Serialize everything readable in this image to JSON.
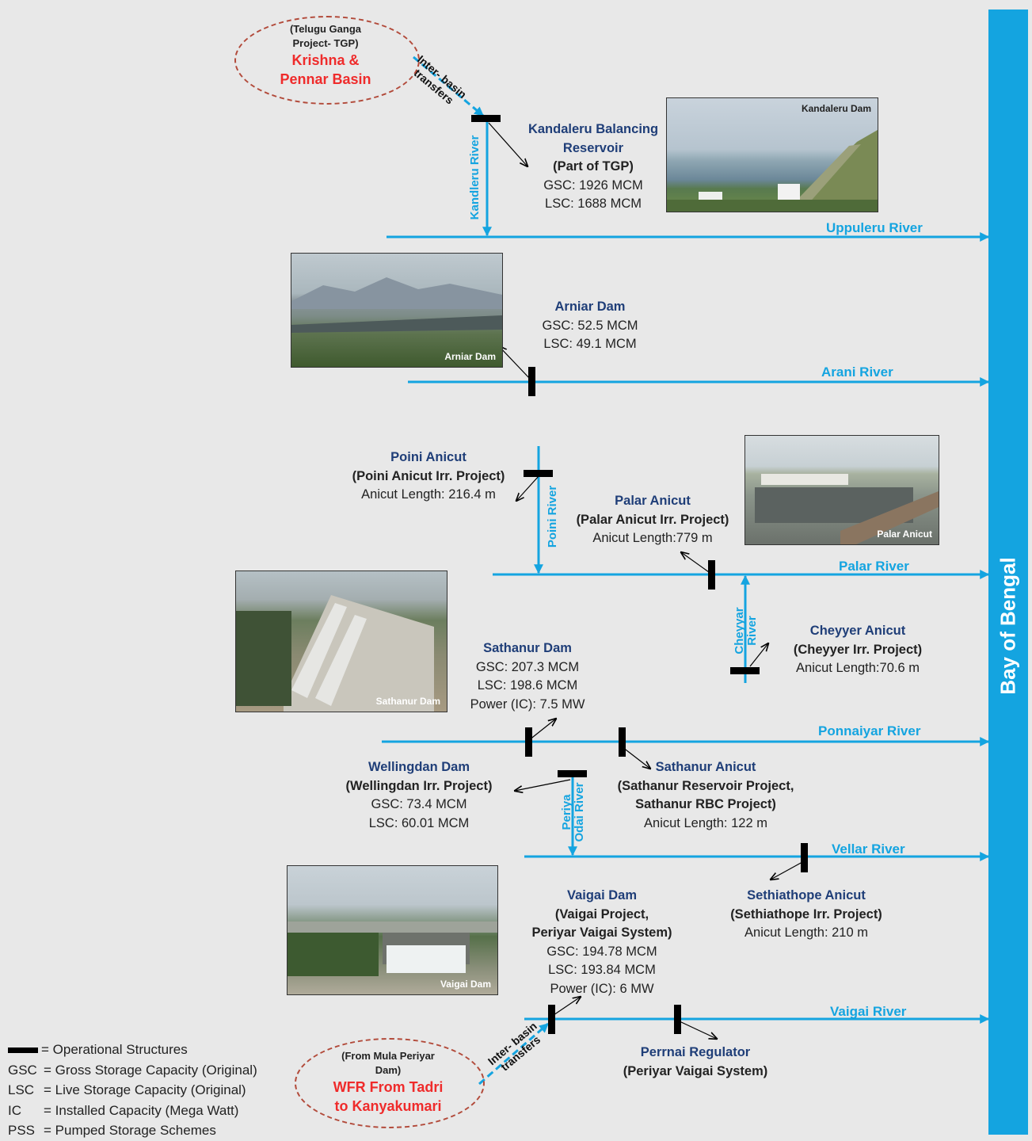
{
  "bay": "Bay of Bengal",
  "rivers": {
    "uppuleru": "Uppuleru River",
    "arani": "Arani River",
    "palar": "Palar River",
    "ponnaiyar": "Ponnaiyar River",
    "vellar": "Vellar River",
    "vaigai": "Vaigai River",
    "kandleru": "Kandleru River",
    "poini": "Poini River",
    "cheyyar": [
      "Cheyyar",
      "River"
    ],
    "periya": [
      "Periya",
      "Odai River"
    ]
  },
  "transfers": {
    "top": [
      "Inter- basin",
      "transfers"
    ],
    "bottom": [
      "Inter- basin",
      "transfers"
    ]
  },
  "sources": {
    "top": {
      "small": [
        "(Telugu Ganga",
        "Project- TGP)"
      ],
      "big": [
        "Krishna &",
        "Pennar Basin"
      ]
    },
    "bottom": {
      "small": [
        "(From Mula Periyar",
        "Dam)"
      ],
      "big": [
        "WFR From Tadri",
        "to Kanyakumari"
      ]
    }
  },
  "structures": {
    "kandaleru": {
      "title": [
        "Kandaleru Balancing",
        "Reservoir"
      ],
      "sub": [
        "(Part of TGP)"
      ],
      "lines": [
        "GSC: 1926 MCM",
        "LSC: 1688 MCM"
      ]
    },
    "arniar": {
      "title": [
        "Arniar Dam"
      ],
      "sub": [],
      "lines": [
        "GSC: 52.5 MCM",
        "LSC: 49.1 MCM"
      ]
    },
    "poini": {
      "title": [
        "Poini Anicut"
      ],
      "sub": [
        "(Poini Anicut Irr. Project)"
      ],
      "lines": [
        "Anicut Length: 216.4 m"
      ]
    },
    "palar": {
      "title": [
        "Palar Anicut"
      ],
      "sub": [
        "(Palar Anicut Irr. Project)"
      ],
      "lines": [
        "Anicut Length:779 m"
      ]
    },
    "cheyyar": {
      "title": [
        "Cheyyer Anicut"
      ],
      "sub": [
        "(Cheyyer Irr. Project)"
      ],
      "lines": [
        "Anicut Length:70.6 m"
      ]
    },
    "sathanur_dam": {
      "title": [
        "Sathanur Dam"
      ],
      "sub": [],
      "lines": [
        "GSC: 207.3 MCM",
        "LSC: 198.6 MCM",
        "Power (IC): 7.5 MW"
      ]
    },
    "wellingdan": {
      "title": [
        "Wellingdan Dam"
      ],
      "sub": [
        "(Wellingdan Irr. Project)"
      ],
      "lines": [
        "GSC: 73.4 MCM",
        "LSC: 60.01 MCM"
      ]
    },
    "sathanur_anicut": {
      "title": [
        "Sathanur Anicut"
      ],
      "sub": [
        "(Sathanur Reservoir Project,",
        "Sathanur RBC Project)"
      ],
      "lines": [
        "Anicut Length: 122 m"
      ]
    },
    "sethiathope": {
      "title": [
        "Sethiathope Anicut"
      ],
      "sub": [
        "(Sethiathope Irr. Project)"
      ],
      "lines": [
        "Anicut Length: 210 m"
      ]
    },
    "vaigai": {
      "title": [
        "Vaigai Dam"
      ],
      "sub": [
        "(Vaigai Project,",
        "Periyar Vaigai System)"
      ],
      "lines": [
        "GSC: 194.78 MCM",
        "LSC: 193.84 MCM",
        "Power (IC): 6 MW"
      ]
    },
    "perrnai": {
      "title": [
        "Perrnai Regulator"
      ],
      "sub": [
        "(Periyar Vaigai System)"
      ],
      "lines": []
    }
  },
  "photos": {
    "kandaleru": "Kandaleru Dam",
    "arniar": "Arniar Dam",
    "palar": "Palar Anicut",
    "sathanur": "Sathanur Dam",
    "vaigai": "Vaigai Dam"
  },
  "legend": {
    "operational": "= Operational Structures",
    "items": [
      {
        "key": "GSC",
        "text": "= Gross Storage Capacity (Original)"
      },
      {
        "key": "LSC",
        "text": "= Live Storage Capacity (Original)"
      },
      {
        "key": "IC",
        "text": "= Installed Capacity (Mega Watt)"
      },
      {
        "key": "PSS",
        "text": "= Pumped Storage Schemes"
      }
    ]
  },
  "colors": {
    "river": "#14a4e0",
    "title": "#1f3e78",
    "source": "#ef2b2b",
    "oval": "#b24a3a",
    "background": "#e8e8e8"
  }
}
